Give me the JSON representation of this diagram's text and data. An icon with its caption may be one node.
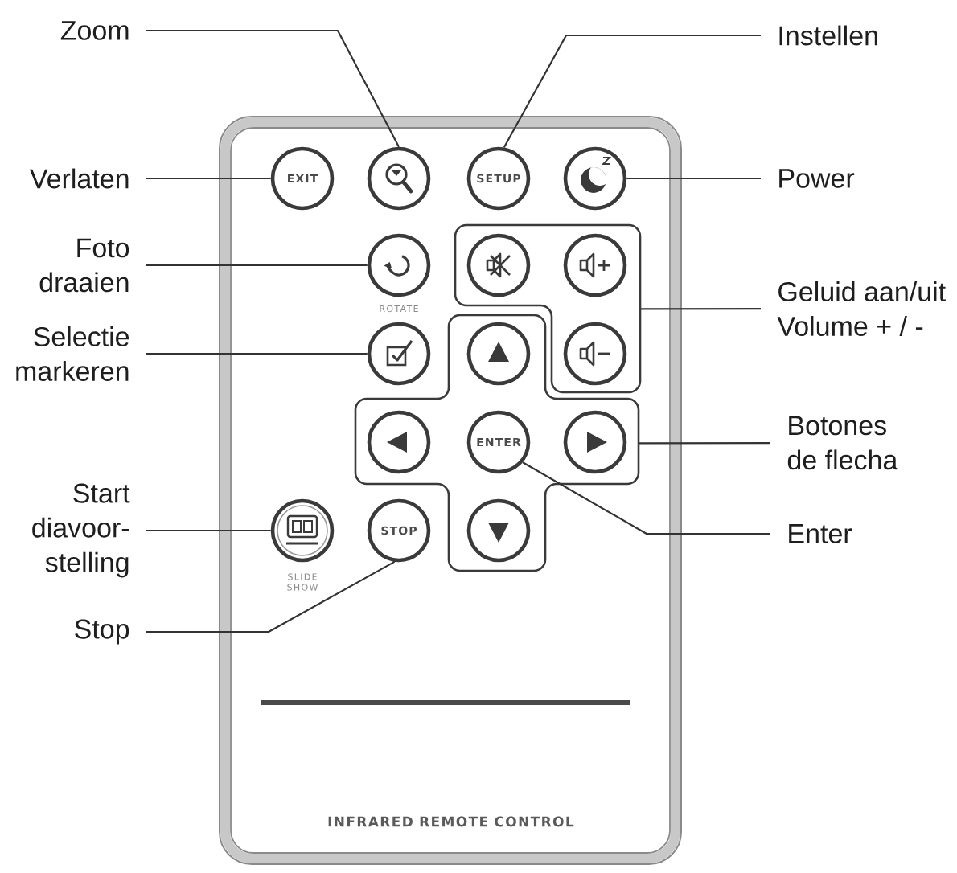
{
  "diagram": {
    "nodes": [
      {
        "text": [
          "Zoom"
        ]
      },
      {
        "text": [
          "Instellen"
        ]
      },
      {
        "text": [
          "Verlaten"
        ]
      },
      {
        "text": [
          "Power"
        ]
      },
      {
        "text": [
          "Foto draaien"
        ]
      },
      {
        "text": [
          "Geluid aan/uit Volume + / -"
        ]
      },
      {
        "text": [
          "Selectie markeren"
        ]
      },
      {
        "text": [
          "Botones de flecha"
        ]
      },
      {
        "text": [
          "Start diavoor- stelling"
        ]
      },
      {
        "text": [
          "Enter"
        ]
      },
      {
        "text": [
          "Stop"
        ]
      },
      {
        "text": [
          "INFRARED REMOTE CONTROL"
        ]
      },
      {
        "text": [
          "EXIT"
        ],
        "in": 11
      },
      {
        "text": [],
        "shape": "circle",
        "in": 11
      },
      {
        "text": [
          "SETUP"
        ],
        "in": 11
      },
      {
        "text": [],
        "shape": "circle",
        "in": 11
      },
      {
        "text": [],
        "shape": "circle",
        "in": 11,
        "beside": [
          "ROTATE"
        ]
      },
      {
        "text": [],
        "shape": "box",
        "in": 11
      },
      {
        "text": [],
        "shape": "circle",
        "in": 17
      },
      {
        "text": [],
        "shape": "circle",
        "in": 17
      },
      {
        "text": [],
        "shape": "circle",
        "in": 17
      },
      {
        "text": [],
        "shape": "circle",
        "in": 11
      },
      {
        "text": [],
        "shape": "box",
        "in": 11
      },
      {
        "text": [],
        "shape": "circle",
        "in": 22
      },
      {
        "text": [],
        "shape": "circle",
        "in": 22
      },
      {
        "text": [
          "ENTER"
        ],
        "in": 22
      },
      {
        "text": [],
        "shape": "circle",
        "in": 22
      },
      {
        "text": [],
        "shape": "circle",
        "in": 22
      },
      {
        "text": [],
        "shape": "circle",
        "in": 11,
        "beside": [
          "SLIDE SHOW"
        ]
      },
      {
        "text": [
          "STOP"
        ],
        "in": 11
      }
    ],
    "edges": [
      {
        "from": 0,
        "to": 13,
        "arrow": "none"
      },
      {
        "from": 1,
        "to": 14,
        "arrow": "none"
      },
      {
        "from": 2,
        "to": 12,
        "arrow": "none"
      },
      {
        "from": 3,
        "to": 15,
        "arrow": "none"
      },
      {
        "from": 4,
        "to": 16,
        "arrow": "none"
      },
      {
        "from": 5,
        "to": 17,
        "arrow": "none"
      },
      {
        "from": 6,
        "to": 21,
        "arrow": "none"
      },
      {
        "from": 7,
        "to": 22,
        "arrow": "none"
      },
      {
        "from": 8,
        "to": 28,
        "arrow": "none"
      },
      {
        "from": 9,
        "to": 25,
        "arrow": "none"
      },
      {
        "from": 10,
        "to": 29,
        "arrow": "none"
      }
    ]
  }
}
